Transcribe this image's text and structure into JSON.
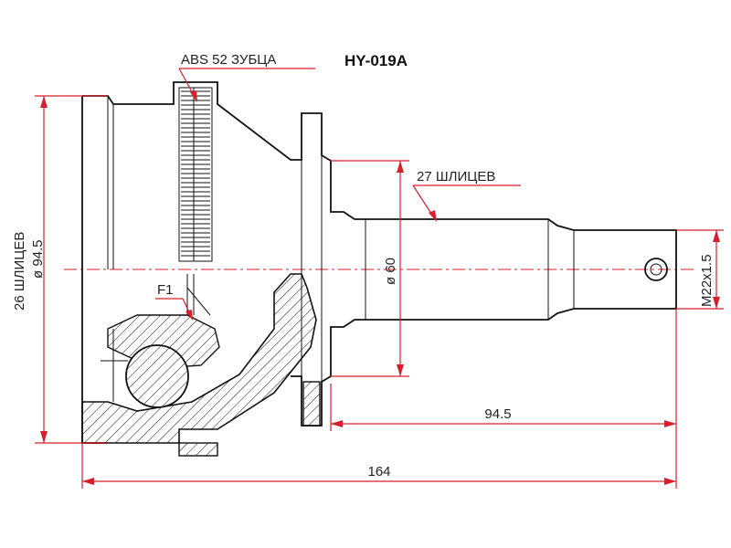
{
  "part_number": "HY-019A",
  "labels": {
    "abs": "ABS 52 ЗУБЦА",
    "outer_splines": "27 ШЛИЦЕВ",
    "inner_splines": "26 ШЛИЦЕВ",
    "inner_diameter": "ø 94.5",
    "shaft_diameter": "ø 60",
    "thread": "M22x1.5",
    "f1": "F1",
    "length_shaft": "94.5",
    "length_total": "164"
  },
  "colors": {
    "dimension": "#d81e2a",
    "outline": "#111111"
  }
}
